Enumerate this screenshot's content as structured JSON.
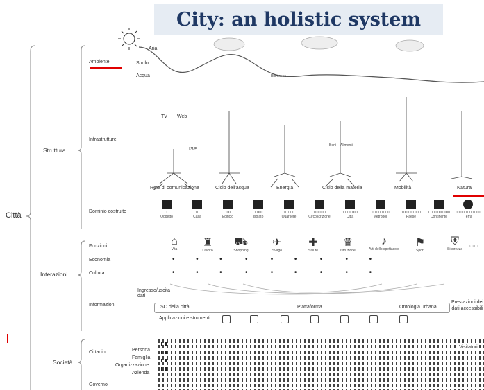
{
  "title": "City: an holistic system",
  "root_label": "Città",
  "groups": {
    "struttura": "Struttura",
    "interazioni": "Interazioni",
    "societa": "Società"
  },
  "rows": {
    "ambiente": "Ambiente",
    "infrastrutture": "Infrastrutture",
    "dominio": "Dominio costruito",
    "funzioni": "Funzioni",
    "economia": "Economia",
    "cultura": "Cultura",
    "informazioni": "Informazioni",
    "cittadini": "Cittadini",
    "governo": "Governo"
  },
  "environment": {
    "aria": "Aria",
    "suolo": "Suolo",
    "acqua": "Acqua",
    "biomassa": "Biomassa"
  },
  "infra": {
    "tv": "TV",
    "web": "Web",
    "isp": "ISP",
    "beni": "Beni",
    "alimenti": "Alimenti",
    "rete": "Rete di comunicazione",
    "acqua": "Ciclo dell'acqua",
    "energia": "Energia",
    "materia": "Ciclo della materia",
    "mobilita": "Mobilità",
    "natura": "Natura"
  },
  "scale": [
    {
      "num": "1",
      "name": "Oggetto"
    },
    {
      "num": "10",
      "name": "Casa"
    },
    {
      "num": "100",
      "name": "Edificio"
    },
    {
      "num": "1 000",
      "name": "Isolato"
    },
    {
      "num": "10 000",
      "name": "Quartiere"
    },
    {
      "num": "100 000",
      "name": "Circoscrizione"
    },
    {
      "num": "1 000 000",
      "name": "Città"
    },
    {
      "num": "10 000 000",
      "name": "Metropoli"
    },
    {
      "num": "100 000 000",
      "name": "Paese"
    },
    {
      "num": "1 000 000 000",
      "name": "Continente"
    },
    {
      "num": "10 000 000 000",
      "name": "Terra"
    }
  ],
  "functions": [
    "Vita",
    "Lavoro",
    "Shopping",
    "Svago",
    "Salute",
    "Istruzione",
    "Arti dello spettacolo",
    "Sport",
    "Sicurezza"
  ],
  "functions_more": "○○○",
  "info": {
    "io": "Ingresso/uscita dati",
    "so": "SO della città",
    "piattaforma": "Piattaforma",
    "ontologia": "Ontologia urbana",
    "apps": "Applicazioni e strumenti",
    "prestazioni": "Prestazioni dei dati accessibili"
  },
  "society": {
    "persona": "Persona",
    "famiglia": "Famiglia",
    "organizzazione": "Organizzazione",
    "azienda": "Azienda",
    "visitatori": "Visitatori"
  },
  "colors": {
    "title_text": "#1f3864",
    "title_bg": "#e6ecf3",
    "highlight": "#e00000"
  }
}
